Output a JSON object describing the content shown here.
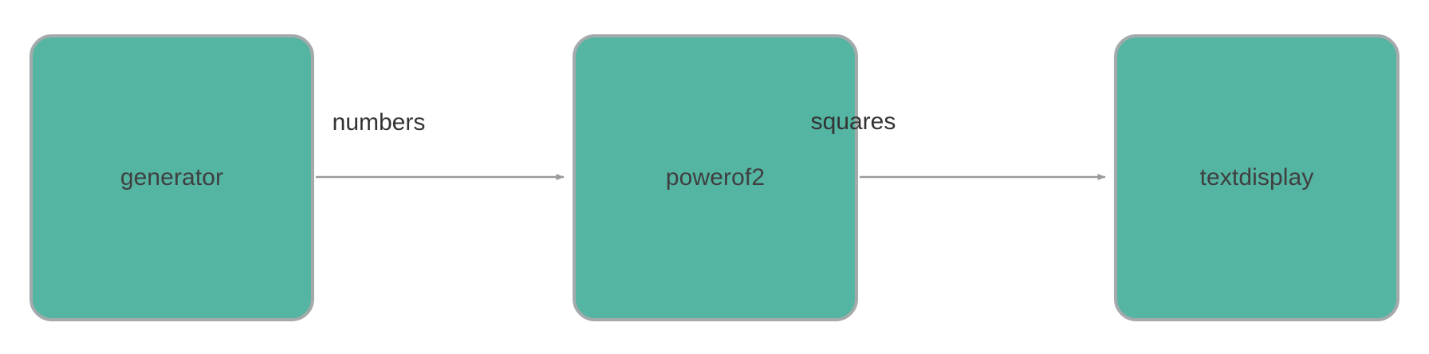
{
  "diagram": {
    "type": "flow-pipeline",
    "orientation": "left-to-right",
    "background_color": "#ffffff",
    "node_fill_color": "#55b5a3",
    "node_border_color": "#a4aaab",
    "node_label_color": "#3f3f3f",
    "edge_color": "#9a9a9a",
    "edge_label_color": "#333333",
    "nodes": [
      {
        "id": "generator",
        "label": "generator"
      },
      {
        "id": "powerof2",
        "label": "powerof2"
      },
      {
        "id": "textdisplay",
        "label": "textdisplay"
      }
    ],
    "edges": [
      {
        "from": "generator",
        "to": "powerof2",
        "label": "numbers"
      },
      {
        "from": "powerof2",
        "to": "textdisplay",
        "label": "squares"
      }
    ]
  }
}
